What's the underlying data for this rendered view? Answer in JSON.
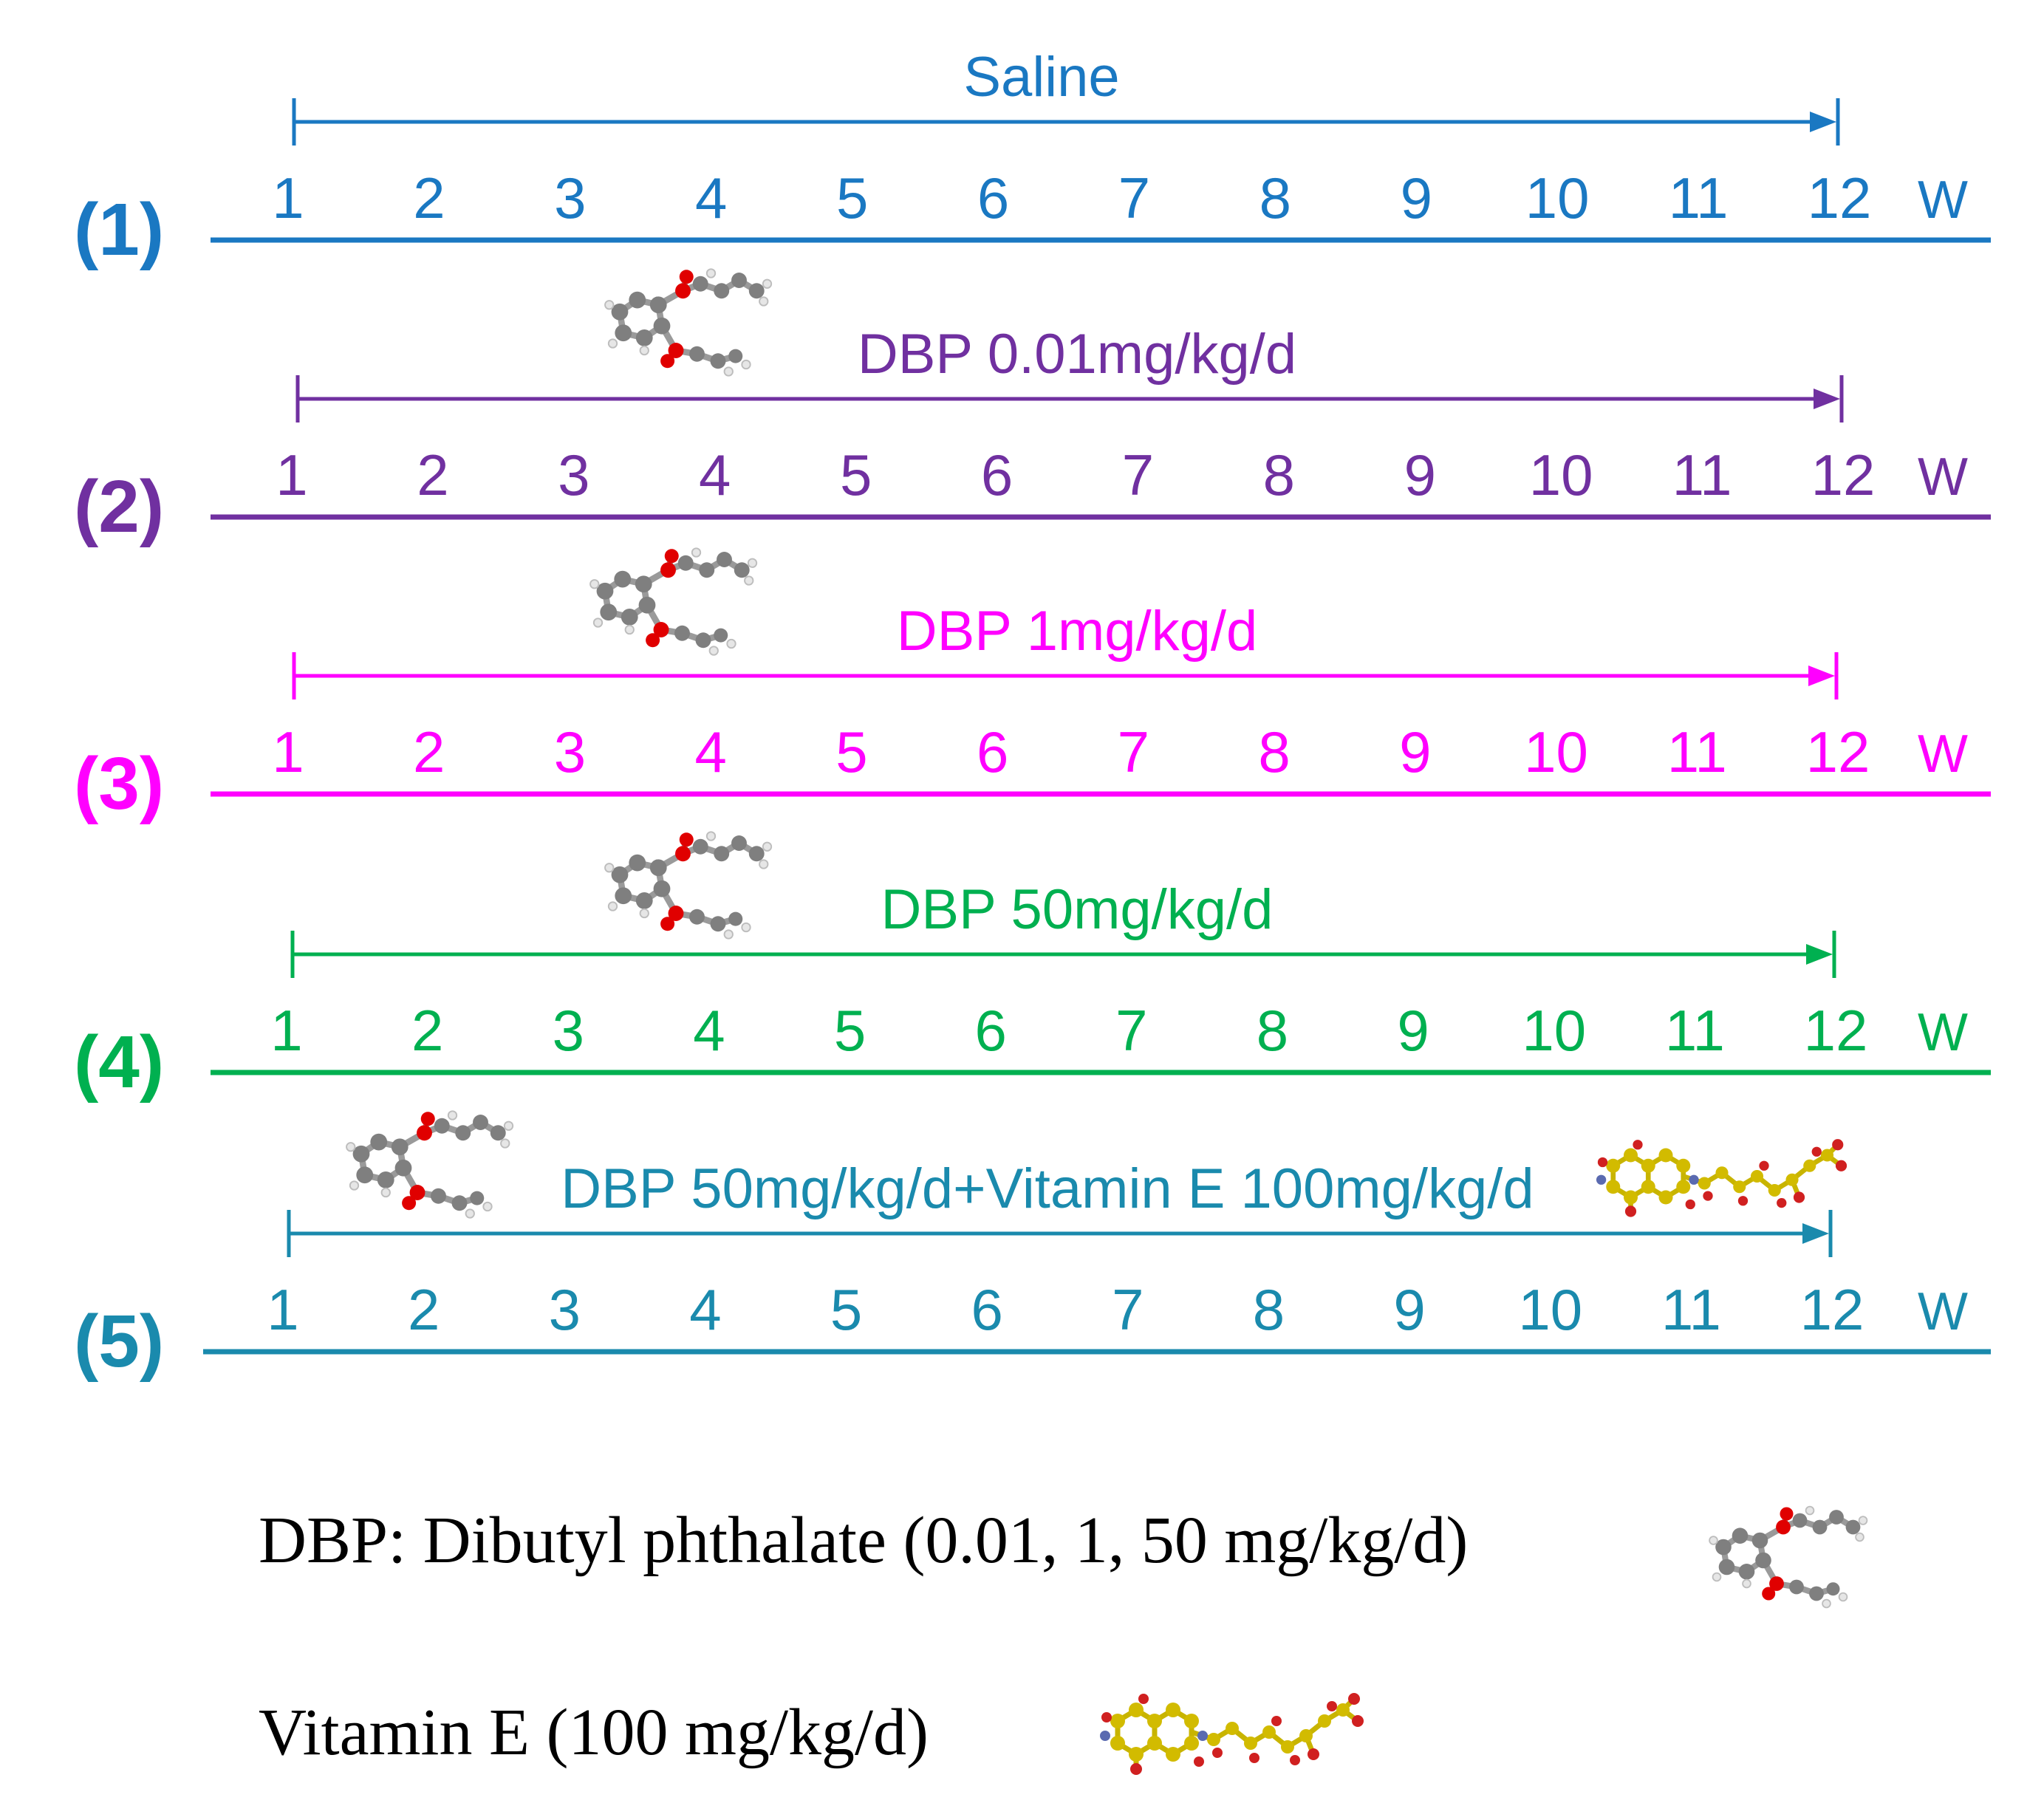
{
  "week_unit": "W",
  "weeks": [
    "1",
    "2",
    "3",
    "4",
    "5",
    "6",
    "7",
    "8",
    "9",
    "10",
    "11",
    "12"
  ],
  "groups": [
    {
      "id": "(1)",
      "treatment": "Saline",
      "color": "#1a78c2",
      "molecules": []
    },
    {
      "id": "(2)",
      "treatment": "DBP 0.01mg/kg/d",
      "color": "#7030a0",
      "molecules": [
        "dbp-molecule"
      ]
    },
    {
      "id": "(3)",
      "treatment": "DBP 1mg/kg/d",
      "color": "#ff00ff",
      "molecules": [
        "dbp-molecule"
      ]
    },
    {
      "id": "(4)",
      "treatment": "DBP 50mg/kg/d",
      "color": "#00b050",
      "molecules": [
        "dbp-molecule"
      ]
    },
    {
      "id": "(5)",
      "treatment": "DBP 50mg/kg/d+Vitamin E 100mg/kg/d",
      "color": "#1a8aad",
      "molecules": [
        "dbp-molecule",
        "vitamin-e-molecule"
      ]
    }
  ],
  "legend": [
    {
      "text": "DBP: Dibutyl phthalate (0.01, 1, 50 mg/kg/d)",
      "icon": "dbp-molecule"
    },
    {
      "text": "Vitamin E (100 mg/kg/d)",
      "icon": "vitamin-e-molecule"
    }
  ],
  "colors": {
    "text": "#000000",
    "dbp_atom": "#8c8c8c",
    "oxygen": "#e00000",
    "ve_atom": "#c8b400",
    "ve_oxygen": "#d02020",
    "nitrogen": "#5a6ab0"
  }
}
